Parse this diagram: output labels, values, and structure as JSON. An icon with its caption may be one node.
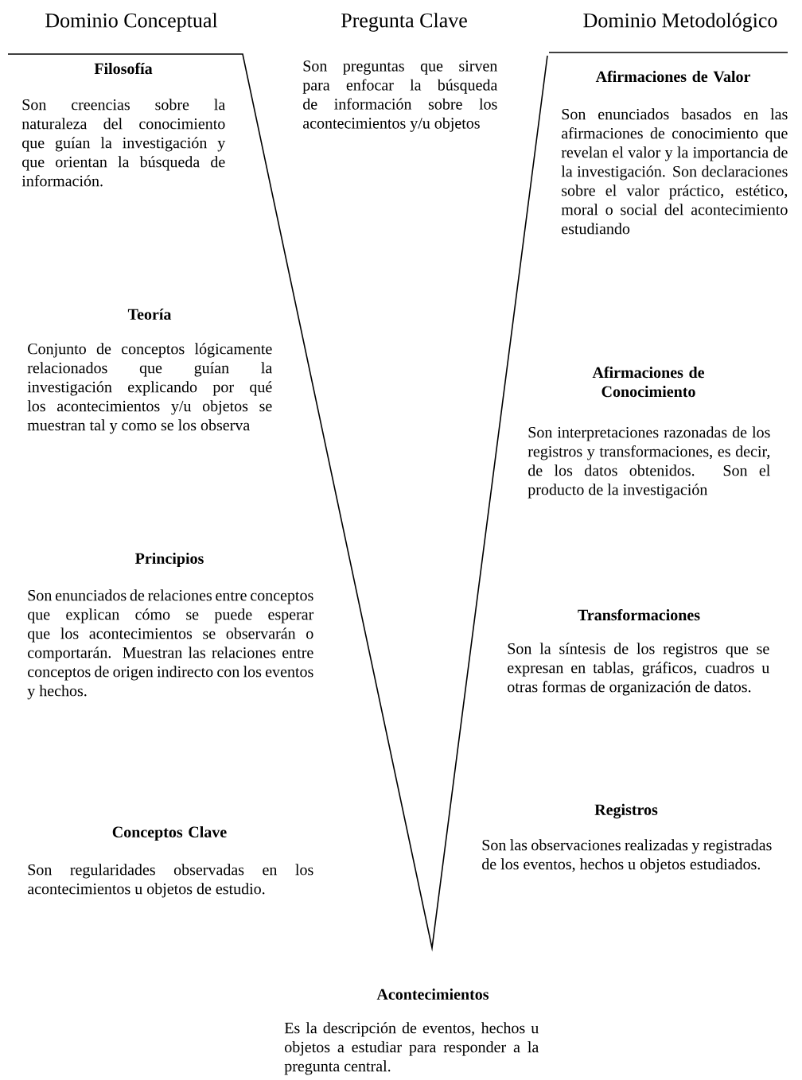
{
  "diagram": {
    "labels": [
      "Dominio Conceptual",
      "Pregunta Clave",
      "Dominio Metodológico",
      "Filosofía",
      "Son creencias sobre la naturaleza del conocimiento que guían la investigación y que orientan la búsqueda de información.",
      "Teoría",
      "Conjunto de conceptos lógicamente relacionados que guían la investigación explicando por qué los acontecimientos y/u objetos se muestran tal y como se los observa",
      "Principios",
      "Son enunciados de relaciones entre conceptos que explican cómo se puede esperar que los acontecimientos se observarán o comportarán. Muestran las relaciones entre conceptos de origen indirecto con los eventos y hechos.",
      "Conceptos Clave",
      "Son regularidades observadas en los acontecimientos u objetos de estudio.",
      "Son preguntas que sirven para enfocar la búsqueda de información sobre los acontecimientos y/u objetos",
      "Afirmaciones de Valor",
      "Son enunciados basados en las afirmaciones de conocimiento que revelan el valor y la importancia de la investigación. Son declaraciones sobre el valor práctico, estético, moral o social del acontecimiento estudiando",
      "Afirmaciones de Conocimiento",
      "Son interpretaciones razonadas de los registros y transformaciones, es decir, de los datos obtenidos. Son el producto de la investigación",
      "Transformaciones",
      "Son la síntesis de los registros que se expresan en tablas, gráficos, cuadros u otras formas de organización de datos.",
      "Registros",
      "Son las observaciones realizadas y registradas de los eventos, hechos u objetos estudiados.",
      "Acontecimientos",
      "Es la descripción de eventos, hechos u objetos a estudiar para responder a la pregunta central."
    ]
  }
}
